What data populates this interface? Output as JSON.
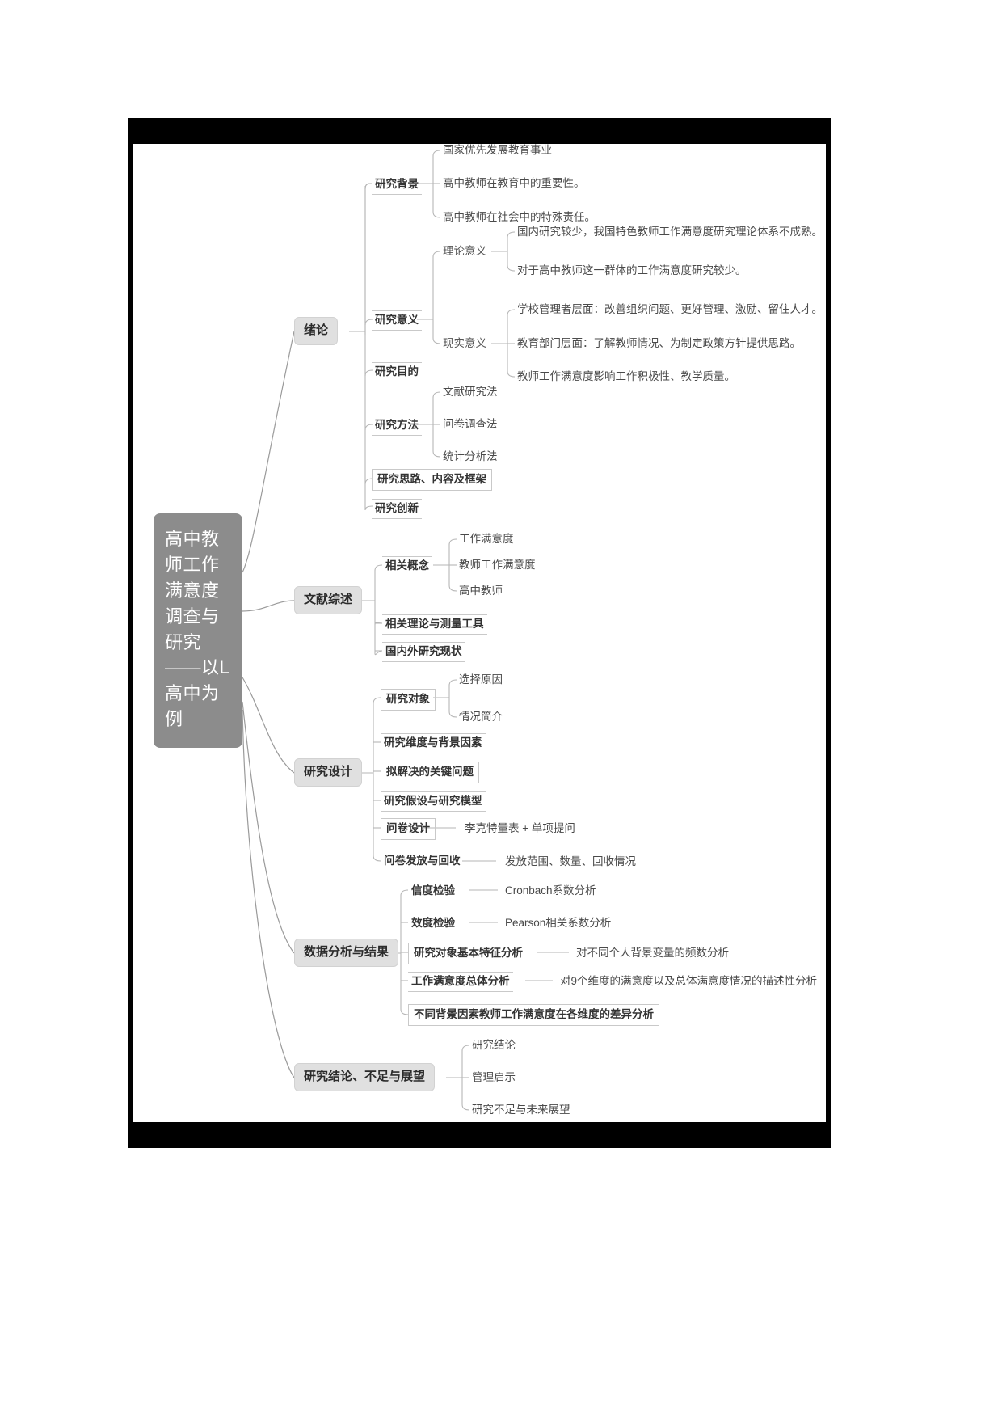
{
  "document": {
    "type": "mind-map",
    "root": {
      "label": "高中教师工作满意度调查与研究——以L高中为例"
    },
    "branches": [
      {
        "label": "绪论",
        "children": [
          {
            "label": "研究背景",
            "children": [
              {
                "label": "国家优先发展教育事业"
              },
              {
                "label": "高中教师在教育中的重要性。"
              },
              {
                "label": "高中教师在社会中的特殊责任。"
              }
            ]
          },
          {
            "label": "研究意义",
            "children": [
              {
                "label": "理论意义",
                "children": [
                  {
                    "label": "国内研究较少，我国特色教师工作满意度研究理论体系不成熟。"
                  },
                  {
                    "label": "对于高中教师这一群体的工作满意度研究较少。"
                  }
                ]
              },
              {
                "label": "现实意义",
                "children": [
                  {
                    "label": "学校管理者层面：改善组织问题、更好管理、激励、留住人才。"
                  },
                  {
                    "label": "教育部门层面：了解教师情况、为制定政策方针提供思路。"
                  },
                  {
                    "label": "教师工作满意度影响工作积极性、教学质量。"
                  }
                ]
              }
            ]
          },
          {
            "label": "研究目的",
            "children": []
          },
          {
            "label": "研究方法",
            "children": [
              {
                "label": "文献研究法"
              },
              {
                "label": "问卷调查法"
              },
              {
                "label": "统计分析法"
              }
            ]
          },
          {
            "label": "研究思路、内容及框架",
            "children": []
          },
          {
            "label": "研究创新",
            "children": []
          }
        ]
      },
      {
        "label": "文献综述",
        "children": [
          {
            "label": "相关概念",
            "children": [
              {
                "label": "工作满意度"
              },
              {
                "label": "教师工作满意度"
              },
              {
                "label": "高中教师"
              }
            ]
          },
          {
            "label": "相关理论与测量工具",
            "children": []
          },
          {
            "label": "国内外研究现状",
            "children": []
          }
        ]
      },
      {
        "label": "研究设计",
        "children": [
          {
            "label": "研究对象",
            "children": [
              {
                "label": "选择原因"
              },
              {
                "label": "情况简介"
              }
            ]
          },
          {
            "label": "研究维度与背景因素",
            "children": []
          },
          {
            "label": "拟解决的关键问题",
            "children": []
          },
          {
            "label": "研究假设与研究模型",
            "children": []
          },
          {
            "label": "问卷设计",
            "children": [
              {
                "label": "李克特量表 + 单项提问"
              }
            ]
          },
          {
            "label": "问卷发放与回收",
            "children": [
              {
                "label": "发放范围、数量、回收情况"
              }
            ]
          }
        ]
      },
      {
        "label": "数据分析与结果",
        "children": [
          {
            "label": "信度检验",
            "children": [
              {
                "label": "Cronbach系数分析"
              }
            ]
          },
          {
            "label": "效度检验",
            "children": [
              {
                "label": "Pearson相关系数分析"
              }
            ]
          },
          {
            "label": "研究对象基本特征分析",
            "children": [
              {
                "label": "对不同个人背景变量的频数分析"
              }
            ]
          },
          {
            "label": "工作满意度总体分析",
            "children": [
              {
                "label": "对9个维度的满意度以及总体满意度情况的描述性分析"
              }
            ]
          },
          {
            "label": "不同背景因素教师工作满意度在各维度的差异分析",
            "children": []
          }
        ]
      },
      {
        "label": "研究结论、不足与展望",
        "children": [
          {
            "label": "研究结论"
          },
          {
            "label": "管理启示"
          },
          {
            "label": "研究不足与未来展望"
          }
        ]
      }
    ]
  },
  "colors": {
    "root_fill": "#8c8c8c",
    "root_text": "#ffffff",
    "chip_fill": "#e0e0e0",
    "chip_border": "#d2d2d2",
    "wire": "#b6b6b6",
    "frame": "#000000",
    "text_dark": "#333333",
    "text_light": "#4a4a4a"
  }
}
